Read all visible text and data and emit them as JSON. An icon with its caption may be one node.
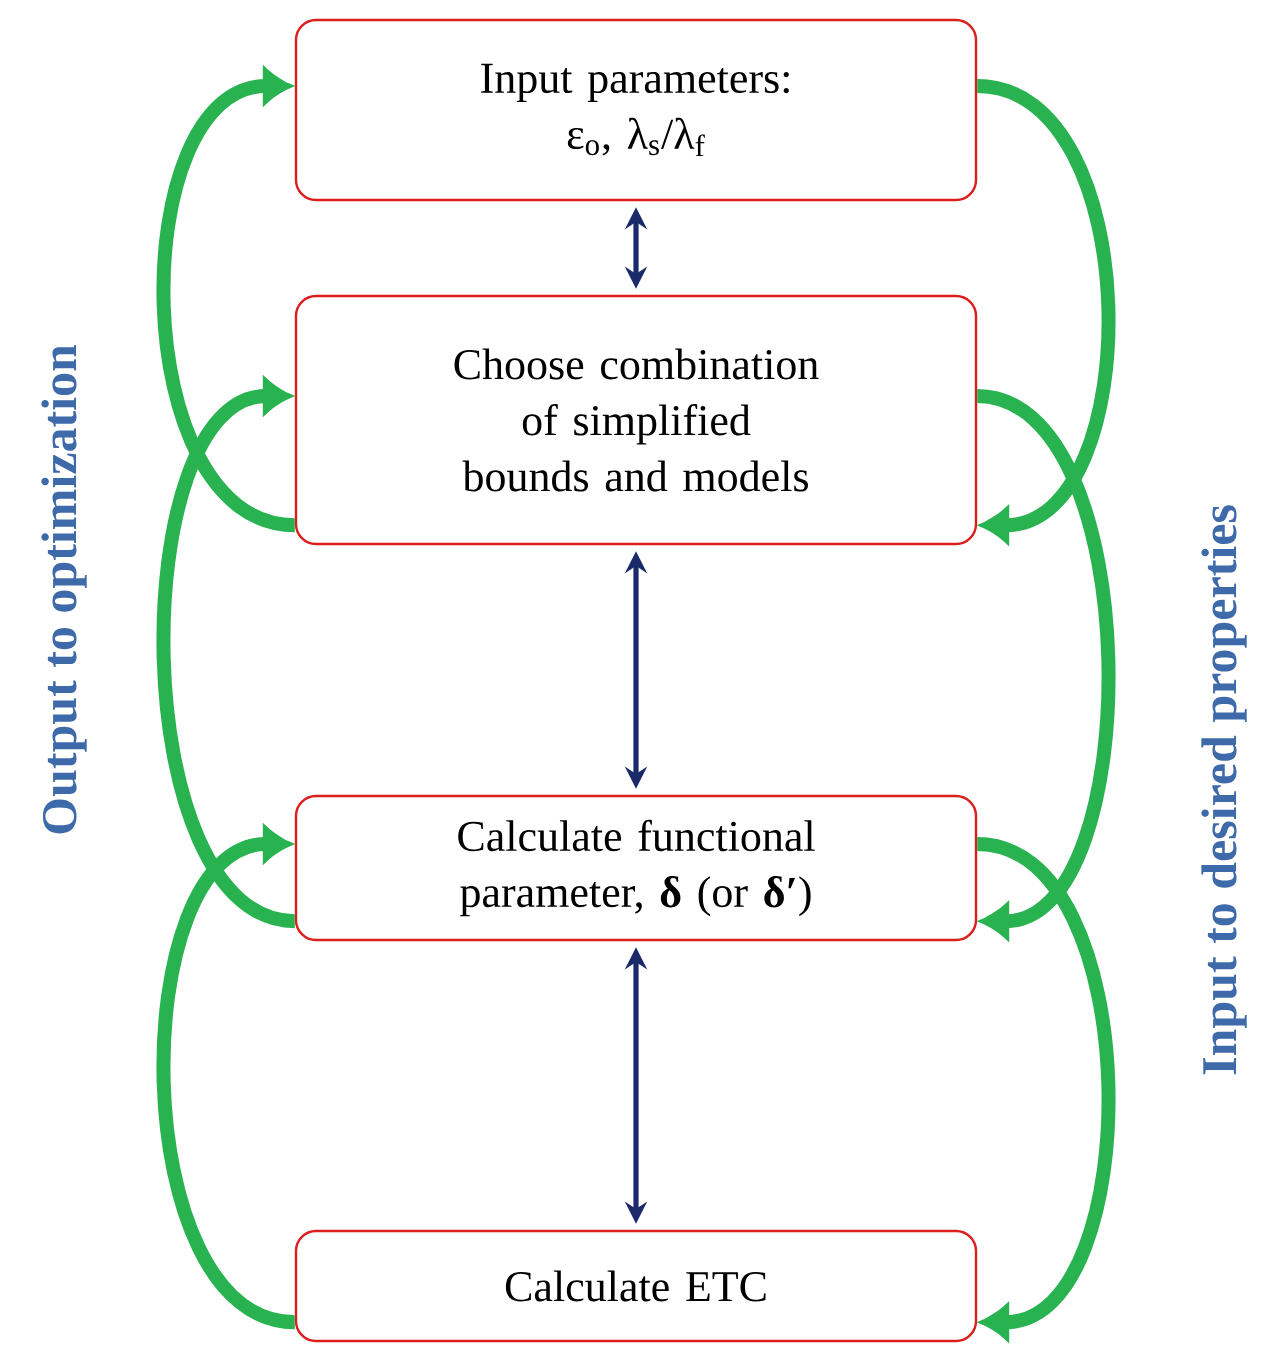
{
  "diagram": {
    "nodes": [
      {
        "text": [
          "Input parameters:",
          "ε$_{o}$, λ$_{s}$/λ$_{f}$"
        ]
      },
      {
        "text": [
          "Choose combination of simplified bounds and models"
        ]
      },
      {
        "text": [
          "Calculate functional parameter, **δ** (or **δ′**)"
        ]
      },
      {
        "text": [
          "Calculate ETC"
        ]
      }
    ],
    "edges": [
      {
        "from": 0,
        "to": 1,
        "arrow": "both",
        "color": "#1b2a6b"
      },
      {
        "from": 1,
        "to": 2,
        "arrow": "both",
        "color": "#1b2a6b"
      },
      {
        "from": 2,
        "to": 3,
        "arrow": "both",
        "color": "#1b2a6b"
      },
      {
        "from": 0,
        "to": 1,
        "arrow": "to"
      },
      {
        "from": 1,
        "to": 2,
        "arrow": "to"
      },
      {
        "from": 2,
        "to": 3,
        "arrow": "to"
      },
      {
        "from": 3,
        "to": 2,
        "arrow": "to"
      },
      {
        "from": 2,
        "to": 1,
        "arrow": "to"
      },
      {
        "from": 1,
        "to": 0,
        "arrow": "to"
      }
    ],
    "labels": [
      "Output to optimization",
      "Input to desired properties"
    ]
  }
}
